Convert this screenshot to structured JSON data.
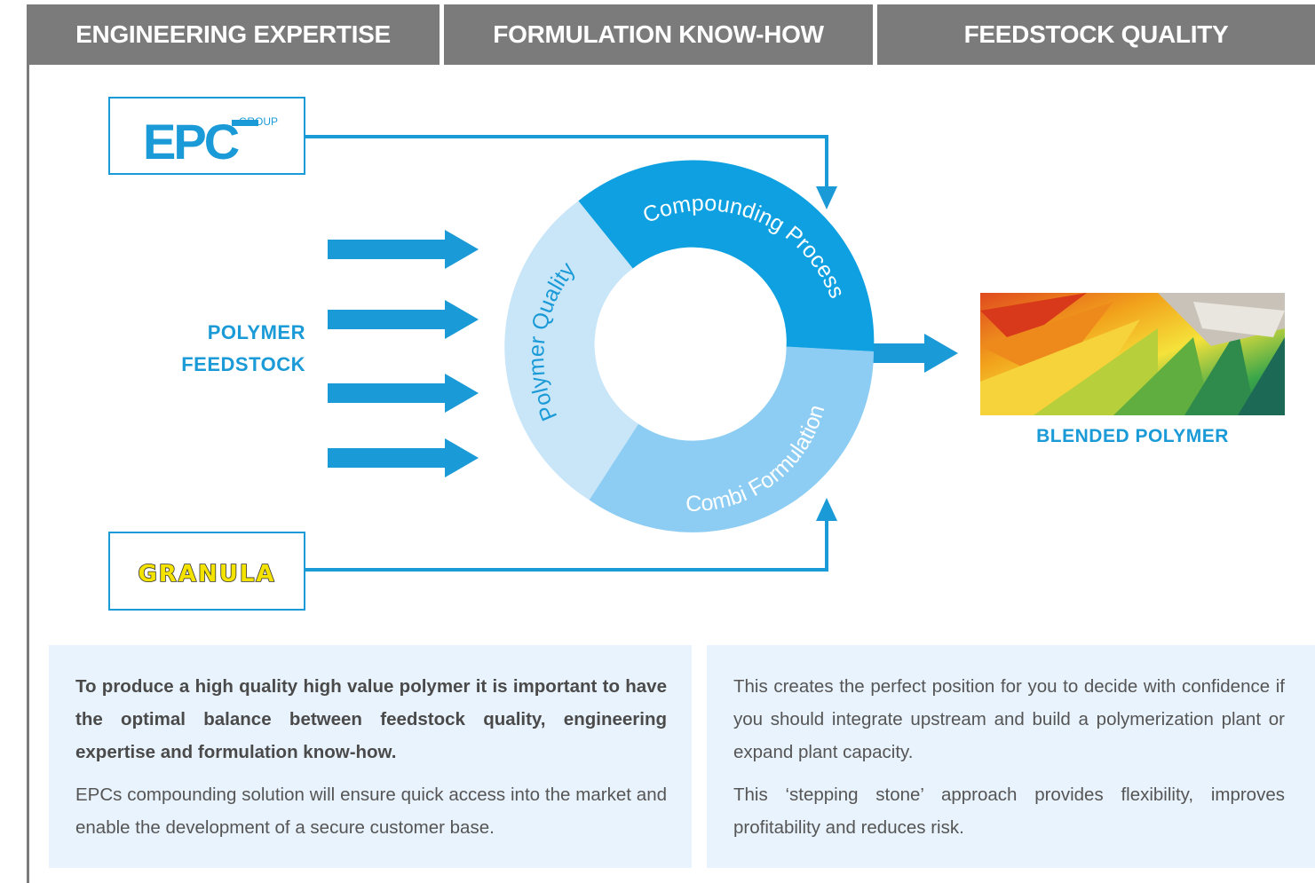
{
  "header": {
    "col1": "ENGINEERING EXPERTISE",
    "col2": "FORMULATION KNOW-HOW",
    "col3": "FEEDSTOCK QUALITY"
  },
  "logos": {
    "epc_text": "EPC",
    "epc_group": "GROUP",
    "granula_text": "GRANULA"
  },
  "feedstock_label": [
    "POLYMER",
    "FEEDSTOCK"
  ],
  "cycle": {
    "segment_1": "Compounding Process",
    "segment_2": "Combi Formulation",
    "segment_3": "Polymer Quality"
  },
  "output_label": "BLENDED POLYMER",
  "panels": {
    "left": {
      "intro": "To produce a high quality high value polymer it is important to have the optimal balance between feedstock quality, engineering expertise and formulation know-how.",
      "body": "EPCs compounding solution will ensure quick access into the market and enable the development of a secure customer base."
    },
    "right": {
      "p1": "This creates the perfect position for you to decide with confidence if you should integrate upstream and build a polymerization plant or expand plant capacity.",
      "p2": "This ‘stepping stone’ approach provides flexibility, improves profitability and reduces risk."
    }
  },
  "colors": {
    "header_bg": "#7b7b7b",
    "accent_blue": "#1a9ad7",
    "cycle_dark": "#0ea0e0",
    "cycle_mid": "#8dcdf3",
    "cycle_light": "#c9e6f9",
    "panel_bg": "#e9f3fd",
    "granula_yellow": "#f4e300"
  }
}
